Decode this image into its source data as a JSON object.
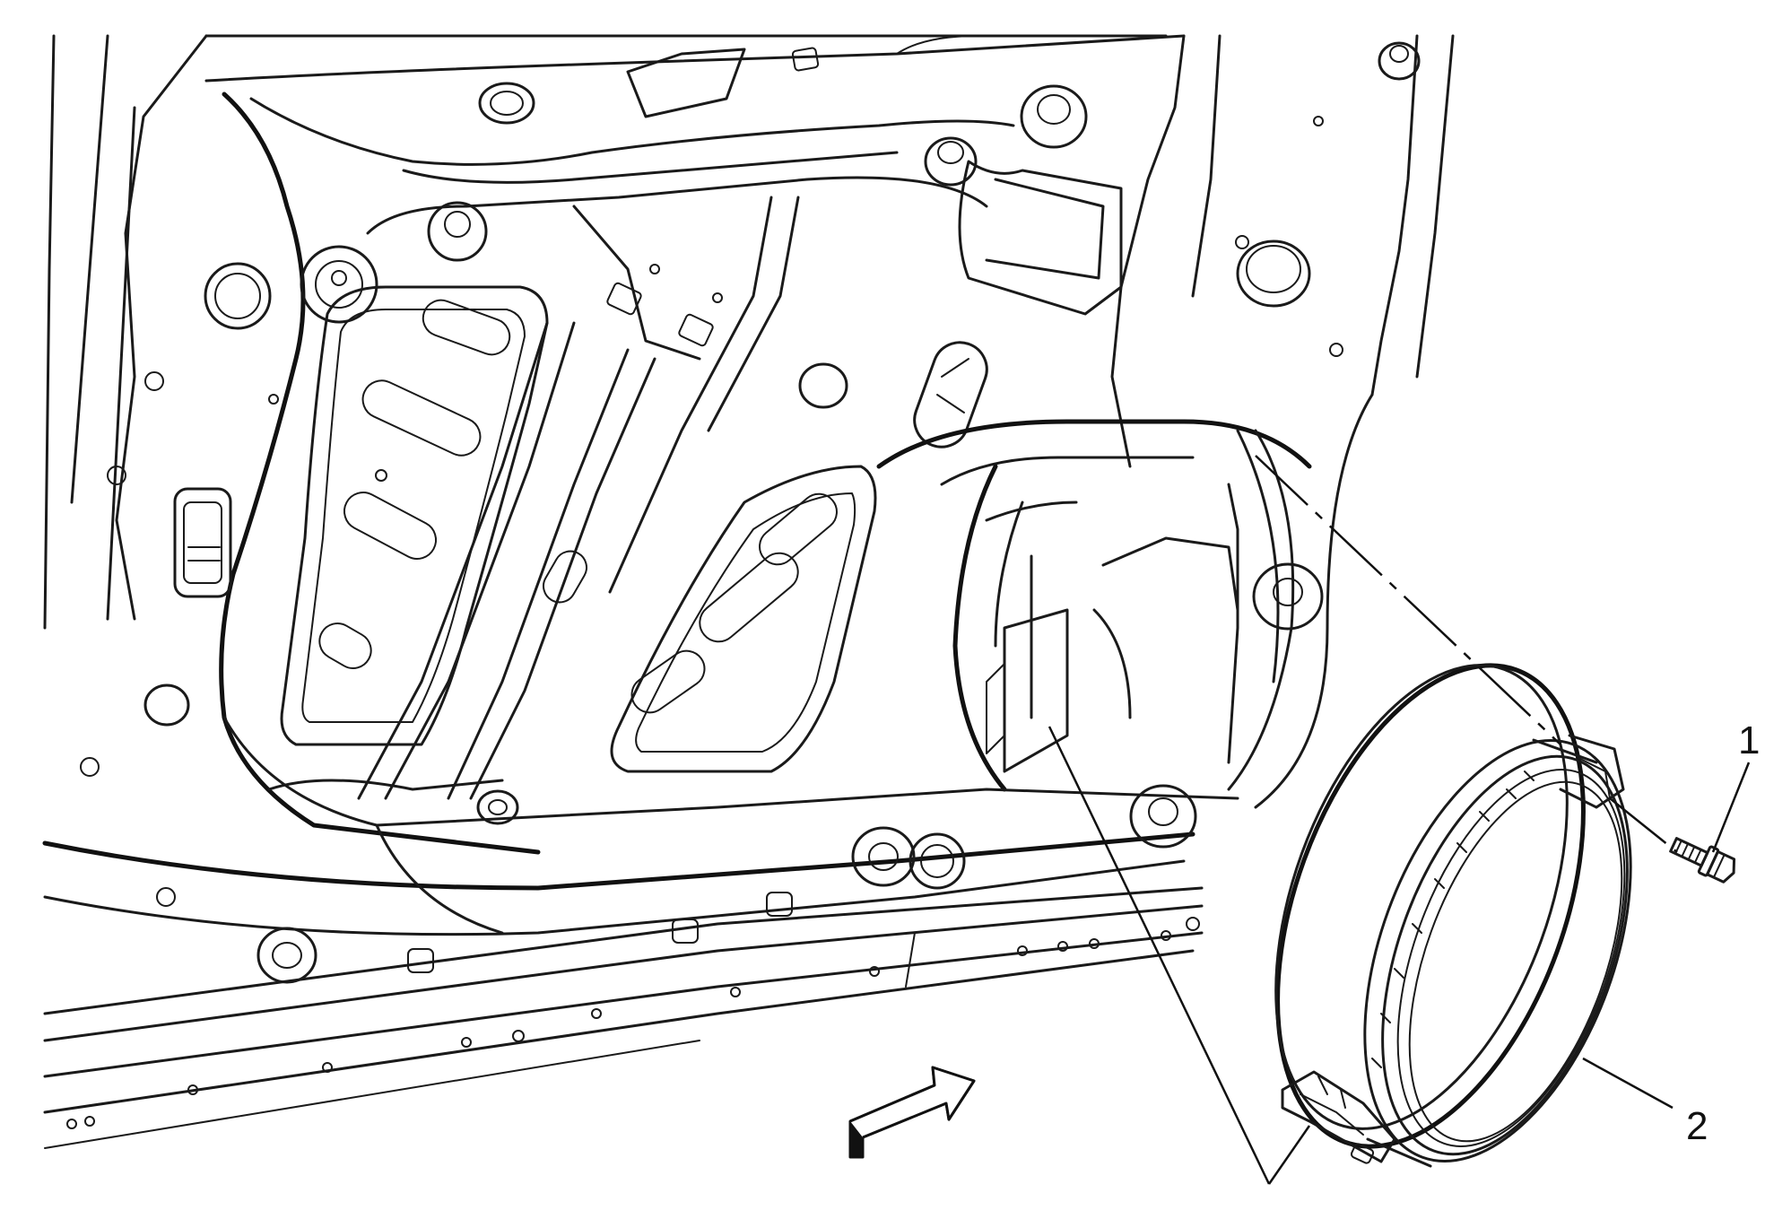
{
  "callouts": [
    {
      "id": "1",
      "label": "1",
      "part_icon": "bolt-icon"
    },
    {
      "id": "2",
      "label": "2",
      "part_icon": "speaker-icon"
    }
  ],
  "indicators": {
    "direction_arrow_icon": "forward-arrow-icon"
  },
  "colors": {
    "line": "#1a1a1a",
    "background": "#ffffff"
  }
}
